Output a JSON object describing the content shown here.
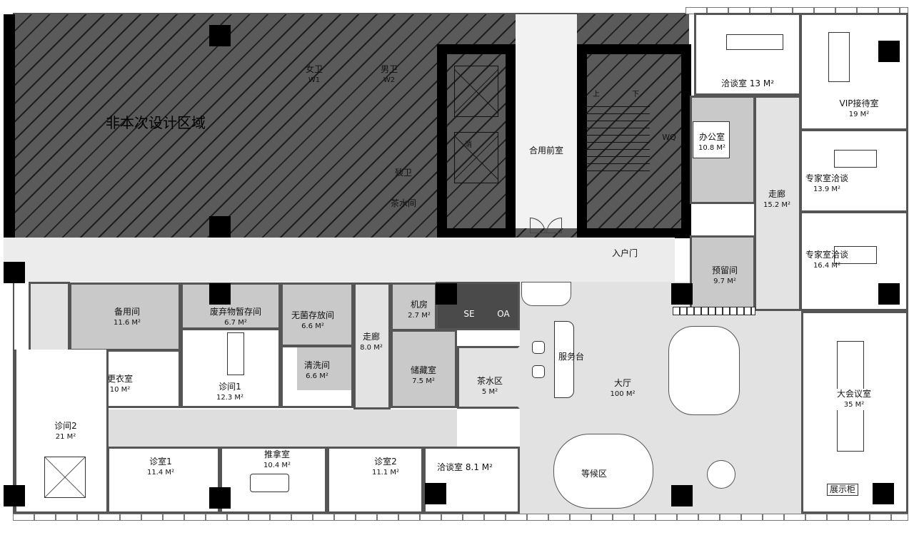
{
  "plan": {
    "non_design_area": "非本次设计区域",
    "core": {
      "women_wc": "女卫",
      "women_wc_code": "W1",
      "men_wc": "男卫",
      "men_wc_code": "W2",
      "accessible_wc": "残卫",
      "pantry": "茶水间",
      "shared_lobby": "合用前室",
      "fire_elevator_mark": "消",
      "stair_up": "上",
      "stair_down": "下",
      "wq": "WQ"
    },
    "entrance": "入户门",
    "rooms": [
      {
        "name": "备用间",
        "area": "11.6 M²"
      },
      {
        "name": "废弃物暂存间",
        "area": "6.7 M²"
      },
      {
        "name": "无菌存放间",
        "area": "6.6 M²"
      },
      {
        "name": "走廊",
        "area": "8.0 M²"
      },
      {
        "name": "机房",
        "area": "2.7 M²"
      },
      {
        "name": "更衣室",
        "area": "10 M²"
      },
      {
        "name": "诊间1",
        "area": "12.3 M²"
      },
      {
        "name": "清洗间",
        "area": "6.6 M²"
      },
      {
        "name": "储藏室",
        "area": "7.5 M²"
      },
      {
        "name": "茶水区",
        "area": "5 M²"
      },
      {
        "name": "诊间2",
        "area": "21 M²"
      },
      {
        "name": "诊室1",
        "area": "11.4 M²"
      },
      {
        "name": "推拿室",
        "area": "10.4 M²"
      },
      {
        "name": "诊室2",
        "area": "11.1 M²"
      },
      {
        "name": "洽谈室",
        "area": "8.1 M²"
      },
      {
        "name": "大厅",
        "area": "100 M²"
      },
      {
        "name": "洽谈室",
        "area": "13 M²"
      },
      {
        "name": "VIP接待室",
        "area": "19 M²"
      },
      {
        "name": "办公室",
        "area": "10.8 M²"
      },
      {
        "name": "走廊",
        "area": "15.2 M²"
      },
      {
        "name": "专家室洽谈",
        "area": "13.9 M²"
      },
      {
        "name": "预留间",
        "area": "9.7 M²"
      },
      {
        "name": "专家室洽谈",
        "area": "16.4 M²"
      },
      {
        "name": "大会议室",
        "area": "35 M²"
      }
    ],
    "equipment": {
      "se": "SE",
      "oa": "OA",
      "service_desk": "服务台",
      "waiting_area": "等候区",
      "display_cabinet": "展示柜"
    },
    "colors": {
      "non_design": "#5a5a5a",
      "service_room": "#c9c9c9",
      "circulation": "#e3e3e3",
      "wall": "#000000"
    }
  }
}
